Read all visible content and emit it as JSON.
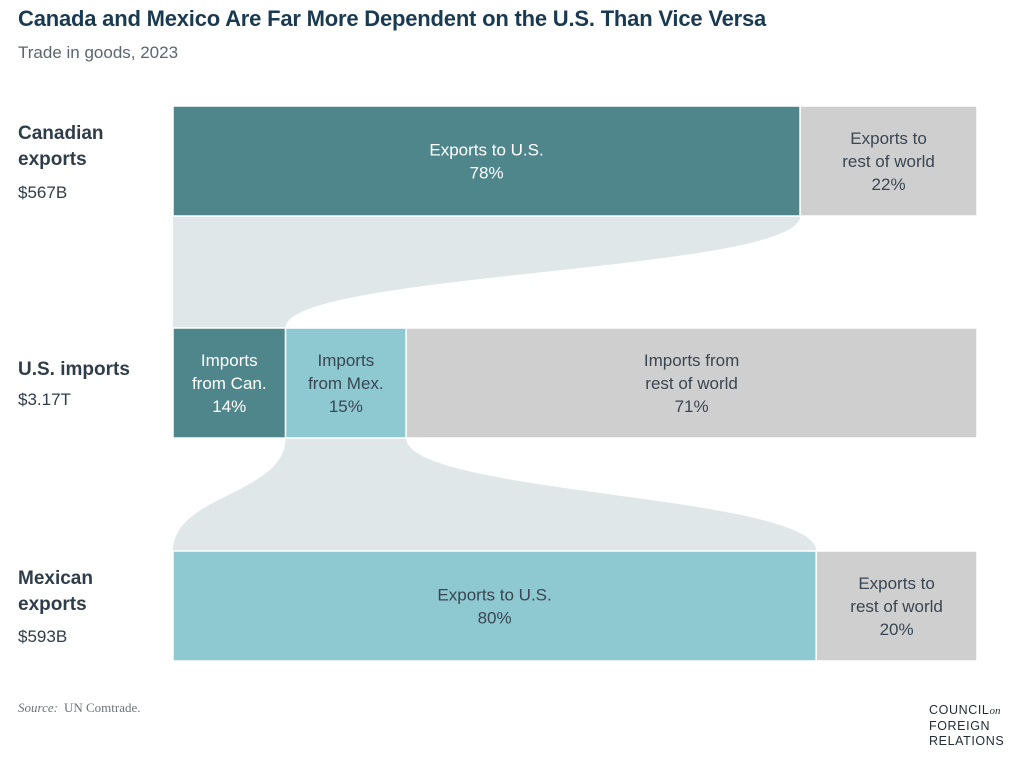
{
  "header": {
    "title": "Canada and Mexico Are Far More Dependent on the U.S. Than Vice Versa",
    "subtitle": "Trade in goods, 2023"
  },
  "rows": {
    "canada": {
      "label": "Canadian exports",
      "value": "$567B"
    },
    "us": {
      "label": "U.S. imports",
      "value": "$3.17T"
    },
    "mexico": {
      "label": "Mexican exports",
      "value": "$593B"
    }
  },
  "colors": {
    "canada": "#4f868b",
    "mexico": "#8ec8d0",
    "other": "#cfcfcf",
    "flow": "#dfe7e8",
    "light_text": "#ffffff",
    "dark_text": "#3a4652"
  },
  "chart_data": {
    "type": "sankey",
    "title": "Canada and Mexico Are Far More Dependent on the U.S. Than Vice Versa",
    "subtitle": "Trade in goods, 2023",
    "bars": [
      {
        "key": "canada",
        "label": "Canadian exports",
        "total": "$567B",
        "segments": [
          {
            "lines": [
              "Exports to U.S."
            ],
            "pct_label": "78%",
            "value": 78,
            "color": "#4f868b",
            "text": "#ffffff"
          },
          {
            "lines": [
              "Exports to",
              "rest of world"
            ],
            "pct_label": "22%",
            "value": 22,
            "color": "#cfcfcf",
            "text": "#3a4652"
          }
        ]
      },
      {
        "key": "us",
        "label": "U.S. imports",
        "total": "$3.17T",
        "segments": [
          {
            "lines": [
              "Imports",
              "from Can."
            ],
            "pct_label": "14%",
            "value": 14,
            "color": "#4f868b",
            "text": "#ffffff"
          },
          {
            "lines": [
              "Imports",
              "from Mex."
            ],
            "pct_label": "15%",
            "value": 15,
            "color": "#8ec8d0",
            "text": "#3a4652"
          },
          {
            "lines": [
              "Imports from",
              "rest of world"
            ],
            "pct_label": "71%",
            "value": 71,
            "color": "#cfcfcf",
            "text": "#3a4652"
          }
        ]
      },
      {
        "key": "mexico",
        "label": "Mexican exports",
        "total": "$593B",
        "segments": [
          {
            "lines": [
              "Exports to U.S."
            ],
            "pct_label": "80%",
            "value": 80,
            "color": "#8ec8d0",
            "text": "#3a4652"
          },
          {
            "lines": [
              "Exports to",
              "rest of world"
            ],
            "pct_label": "20%",
            "value": 20,
            "color": "#cfcfcf",
            "text": "#3a4652"
          }
        ]
      }
    ],
    "flows": [
      {
        "from": "Canadian exports: Exports to U.S.",
        "to": "U.S. imports: Imports from Can."
      },
      {
        "from": "U.S. imports: Imports from Mex.",
        "to": "Mexican exports: Exports to U.S."
      }
    ]
  },
  "footer": {
    "source_label": "Source:",
    "source_text": "UN Comtrade.",
    "logo_lines": [
      "COUNCIL",
      "on",
      "FOREIGN",
      "RELATIONS"
    ]
  }
}
